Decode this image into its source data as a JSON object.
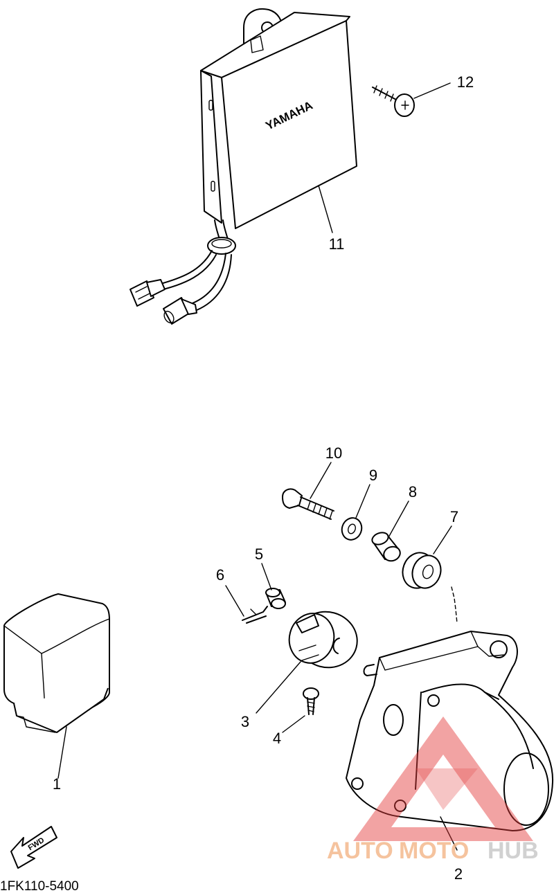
{
  "callouts": {
    "c1": "1",
    "c2": "2",
    "c3": "3",
    "c4": "4",
    "c5": "5",
    "c6": "6",
    "c7": "7",
    "c8": "8",
    "c9": "9",
    "c10": "10",
    "c11": "11",
    "c12": "12"
  },
  "brand_mark": "YAMAHA",
  "fwd_label": "FWD",
  "diagram_code": "1FK110-5400",
  "watermark": {
    "part1": "AUTO",
    "part2": "MOTO",
    "part3": "HUB",
    "color_primary": "#f4b98e",
    "color_secondary": "#c9c9c9",
    "color_accent": "#e23b3b"
  }
}
